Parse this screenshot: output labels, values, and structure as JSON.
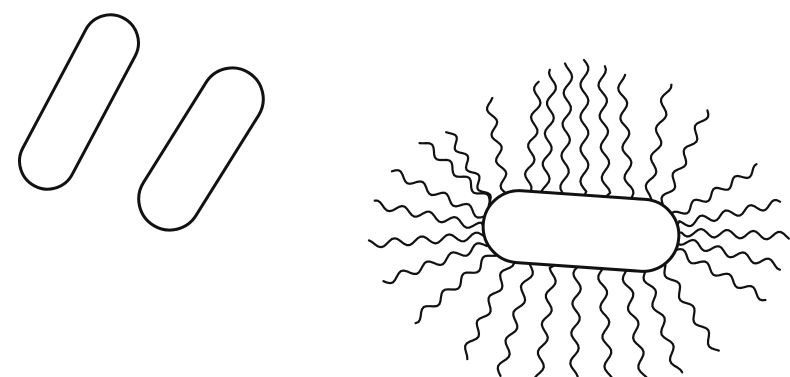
{
  "illustration": {
    "panels": [
      {
        "id": "left",
        "cells": [
          {
            "appendages": "none"
          },
          {
            "appendages": "none"
          }
        ]
      },
      {
        "id": "right",
        "cells": [
          {
            "appendages": "peritrichous-flagella"
          }
        ]
      }
    ],
    "colors": {
      "line": "#111111",
      "fill": "#ffffff",
      "background": "#ffffff"
    }
  }
}
